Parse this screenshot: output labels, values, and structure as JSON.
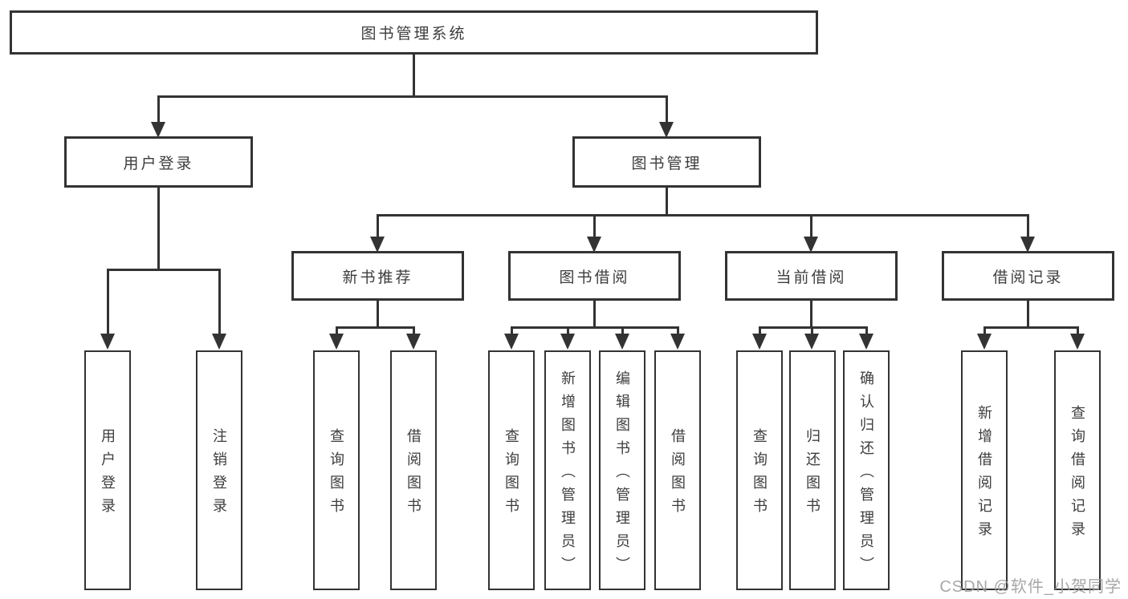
{
  "diagram": {
    "root": "图书管理系统",
    "level2": [
      "用户登录",
      "图书管理"
    ],
    "level3": [
      "新书推荐",
      "图书借阅",
      "当前借阅",
      "借阅记录"
    ],
    "leaves": [
      "用户登录",
      "注销登录",
      "查询图书",
      "借阅图书",
      "查询图书",
      "新增图书（管理员）",
      "编辑图书（管理员）",
      "借阅图书",
      "查询图书",
      "归还图书",
      "确认归还（管理员）",
      "新增借阅记录",
      "查询借阅记录"
    ],
    "watermark": "CSDN @软件_小贺同学",
    "colors": {
      "line": "#333333",
      "text": "#3d3d3d",
      "background": "#ffffff",
      "watermark": "#9e9e9e"
    }
  }
}
